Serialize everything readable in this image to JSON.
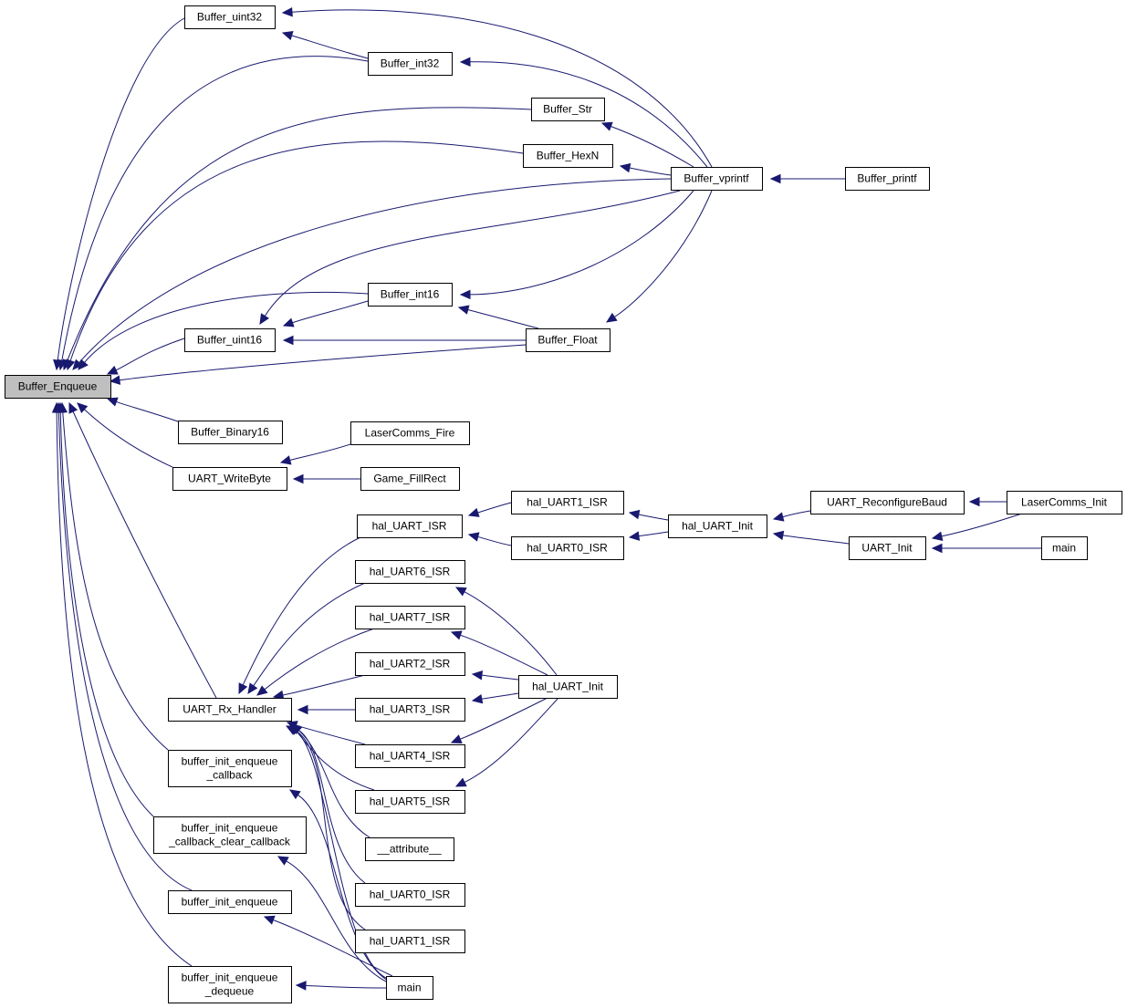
{
  "diagram": {
    "type": "call-graph",
    "title": "Buffer_Enqueue caller graph",
    "colors": {
      "edge": "#191970",
      "root_fill": "#bfbfbf",
      "node_fill": "#ffffff",
      "node_border": "#000000"
    },
    "nodes": [
      {
        "id": "buffer_enqueue",
        "label": [
          "Buffer_Enqueue"
        ],
        "root": true
      },
      {
        "id": "buffer_uint32",
        "label": [
          "Buffer_uint32"
        ]
      },
      {
        "id": "buffer_int32",
        "label": [
          "Buffer_int32"
        ]
      },
      {
        "id": "buffer_str",
        "label": [
          "Buffer_Str"
        ]
      },
      {
        "id": "buffer_hexn",
        "label": [
          "Buffer_HexN"
        ]
      },
      {
        "id": "buffer_vprintf",
        "label": [
          "Buffer_vprintf"
        ]
      },
      {
        "id": "buffer_printf",
        "label": [
          "Buffer_printf"
        ]
      },
      {
        "id": "buffer_int16",
        "label": [
          "Buffer_int16"
        ]
      },
      {
        "id": "buffer_uint16",
        "label": [
          "Buffer_uint16"
        ]
      },
      {
        "id": "buffer_float",
        "label": [
          "Buffer_Float"
        ]
      },
      {
        "id": "buffer_binary16",
        "label": [
          "Buffer_Binary16"
        ]
      },
      {
        "id": "lasercomms_fire",
        "label": [
          "LaserComms_Fire"
        ]
      },
      {
        "id": "uart_writebyte",
        "label": [
          "UART_WriteByte"
        ]
      },
      {
        "id": "game_fillrect",
        "label": [
          "Game_FillRect"
        ]
      },
      {
        "id": "hal_uart1_isr_a",
        "label": [
          "hal_UART1_ISR"
        ]
      },
      {
        "id": "hal_uart_isr",
        "label": [
          "hal_UART_ISR"
        ]
      },
      {
        "id": "hal_uart0_isr_a",
        "label": [
          "hal_UART0_ISR"
        ]
      },
      {
        "id": "hal_uart_init_a",
        "label": [
          "hal_UART_Init"
        ]
      },
      {
        "id": "uart_reconfigurebaud",
        "label": [
          "UART_ReconfigureBaud"
        ]
      },
      {
        "id": "lasercomms_init",
        "label": [
          "LaserComms_Init"
        ]
      },
      {
        "id": "uart_init",
        "label": [
          "UART_Init"
        ]
      },
      {
        "id": "main_a",
        "label": [
          "main"
        ]
      },
      {
        "id": "hal_uart6_isr",
        "label": [
          "hal_UART6_ISR"
        ]
      },
      {
        "id": "hal_uart7_isr",
        "label": [
          "hal_UART7_ISR"
        ]
      },
      {
        "id": "hal_uart2_isr",
        "label": [
          "hal_UART2_ISR"
        ]
      },
      {
        "id": "hal_uart_init_b",
        "label": [
          "hal_UART_Init"
        ]
      },
      {
        "id": "uart_rx_handler",
        "label": [
          "UART_Rx_Handler"
        ]
      },
      {
        "id": "hal_uart3_isr",
        "label": [
          "hal_UART3_ISR"
        ]
      },
      {
        "id": "hal_uart4_isr",
        "label": [
          "hal_UART4_ISR"
        ]
      },
      {
        "id": "buffer_init_enqueue_callback",
        "label": [
          "buffer_init_enqueue",
          "_callback"
        ]
      },
      {
        "id": "hal_uart5_isr",
        "label": [
          "hal_UART5_ISR"
        ]
      },
      {
        "id": "buffer_init_enqueue_callback_clear_callback",
        "label": [
          "buffer_init_enqueue",
          "_callback_clear_callback"
        ]
      },
      {
        "id": "attribute",
        "label": [
          "__attribute__"
        ]
      },
      {
        "id": "buffer_init_enqueue",
        "label": [
          "buffer_init_enqueue"
        ]
      },
      {
        "id": "hal_uart0_isr_b",
        "label": [
          "hal_UART0_ISR"
        ]
      },
      {
        "id": "hal_uart1_isr_b",
        "label": [
          "hal_UART1_ISR"
        ]
      },
      {
        "id": "buffer_init_enqueue_dequeue",
        "label": [
          "buffer_init_enqueue",
          "_dequeue"
        ]
      },
      {
        "id": "main_b",
        "label": [
          "main"
        ]
      }
    ],
    "edges": [
      {
        "from": "buffer_uint32",
        "to": "buffer_enqueue"
      },
      {
        "from": "buffer_int32",
        "to": "buffer_enqueue"
      },
      {
        "from": "buffer_str",
        "to": "buffer_enqueue"
      },
      {
        "from": "buffer_hexn",
        "to": "buffer_enqueue"
      },
      {
        "from": "buffer_vprintf",
        "to": "buffer_enqueue"
      },
      {
        "from": "buffer_int16",
        "to": "buffer_enqueue"
      },
      {
        "from": "buffer_uint16",
        "to": "buffer_enqueue"
      },
      {
        "from": "buffer_float",
        "to": "buffer_enqueue"
      },
      {
        "from": "buffer_binary16",
        "to": "buffer_enqueue"
      },
      {
        "from": "uart_writebyte",
        "to": "buffer_enqueue"
      },
      {
        "from": "uart_rx_handler",
        "to": "buffer_enqueue"
      },
      {
        "from": "buffer_init_enqueue_callback",
        "to": "buffer_enqueue"
      },
      {
        "from": "buffer_init_enqueue_callback_clear_callback",
        "to": "buffer_enqueue"
      },
      {
        "from": "buffer_init_enqueue",
        "to": "buffer_enqueue"
      },
      {
        "from": "buffer_init_enqueue_dequeue",
        "to": "buffer_enqueue"
      },
      {
        "from": "buffer_int32",
        "to": "buffer_uint32"
      },
      {
        "from": "buffer_vprintf",
        "to": "buffer_uint32"
      },
      {
        "from": "buffer_vprintf",
        "to": "buffer_int32"
      },
      {
        "from": "buffer_vprintf",
        "to": "buffer_str"
      },
      {
        "from": "buffer_vprintf",
        "to": "buffer_hexn"
      },
      {
        "from": "buffer_printf",
        "to": "buffer_vprintf"
      },
      {
        "from": "buffer_vprintf",
        "to": "buffer_int16"
      },
      {
        "from": "buffer_vprintf",
        "to": "buffer_uint16"
      },
      {
        "from": "buffer_vprintf",
        "to": "buffer_float"
      },
      {
        "from": "buffer_int16",
        "to": "buffer_uint16"
      },
      {
        "from": "buffer_float",
        "to": "buffer_uint16"
      },
      {
        "from": "buffer_float",
        "to": "buffer_int16"
      },
      {
        "from": "lasercomms_fire",
        "to": "uart_writebyte"
      },
      {
        "from": "game_fillrect",
        "to": "uart_writebyte"
      },
      {
        "from": "hal_uart_isr",
        "to": "uart_rx_handler"
      },
      {
        "from": "hal_uart1_isr_a",
        "to": "hal_uart_isr"
      },
      {
        "from": "hal_uart0_isr_a",
        "to": "hal_uart_isr"
      },
      {
        "from": "hal_uart_init_a",
        "to": "hal_uart1_isr_a"
      },
      {
        "from": "hal_uart_init_a",
        "to": "hal_uart0_isr_a"
      },
      {
        "from": "uart_reconfigurebaud",
        "to": "hal_uart_init_a"
      },
      {
        "from": "uart_init",
        "to": "hal_uart_init_a"
      },
      {
        "from": "lasercomms_init",
        "to": "uart_reconfigurebaud"
      },
      {
        "from": "lasercomms_init",
        "to": "uart_init"
      },
      {
        "from": "main_a",
        "to": "uart_init"
      },
      {
        "from": "hal_uart6_isr",
        "to": "uart_rx_handler"
      },
      {
        "from": "hal_uart7_isr",
        "to": "uart_rx_handler"
      },
      {
        "from": "hal_uart2_isr",
        "to": "uart_rx_handler"
      },
      {
        "from": "hal_uart3_isr",
        "to": "uart_rx_handler"
      },
      {
        "from": "hal_uart4_isr",
        "to": "uart_rx_handler"
      },
      {
        "from": "hal_uart5_isr",
        "to": "uart_rx_handler"
      },
      {
        "from": "attribute",
        "to": "uart_rx_handler"
      },
      {
        "from": "hal_uart0_isr_b",
        "to": "uart_rx_handler"
      },
      {
        "from": "hal_uart1_isr_b",
        "to": "uart_rx_handler"
      },
      {
        "from": "main_b",
        "to": "uart_rx_handler"
      },
      {
        "from": "hal_uart_init_b",
        "to": "hal_uart6_isr"
      },
      {
        "from": "hal_uart_init_b",
        "to": "hal_uart7_isr"
      },
      {
        "from": "hal_uart_init_b",
        "to": "hal_uart2_isr"
      },
      {
        "from": "hal_uart_init_b",
        "to": "hal_uart3_isr"
      },
      {
        "from": "hal_uart_init_b",
        "to": "hal_uart4_isr"
      },
      {
        "from": "hal_uart_init_b",
        "to": "hal_uart5_isr"
      },
      {
        "from": "main_b",
        "to": "buffer_init_enqueue_callback"
      },
      {
        "from": "main_b",
        "to": "buffer_init_enqueue_callback_clear_callback"
      },
      {
        "from": "main_b",
        "to": "buffer_init_enqueue"
      },
      {
        "from": "main_b",
        "to": "buffer_init_enqueue_dequeue"
      }
    ]
  }
}
